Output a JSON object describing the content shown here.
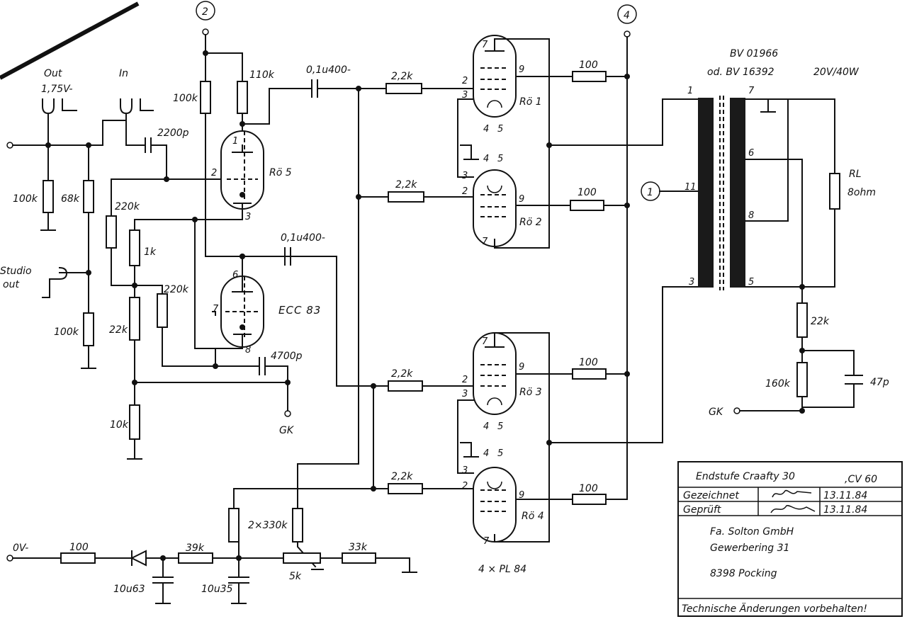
{
  "inputs": {
    "out_label": "Out",
    "out_level": "1,75V-",
    "in_label": "In",
    "studio_label": "Studio",
    "studio_sub": "out"
  },
  "refs": {
    "ref1": "1",
    "ref2": "2",
    "ref4": "4"
  },
  "driver": {
    "name1": "Rö 5",
    "name2": "ECC 83",
    "pins": {
      "p1": "1",
      "p2": "2",
      "p3": "3",
      "p6": "6",
      "p7": "7",
      "p8": "8"
    }
  },
  "values": {
    "r_100k_in": "100k",
    "r_68k": "68k",
    "r_100k_studio": "100k",
    "c_2200p": "2200p",
    "r_100k_plate": "100k",
    "r_110k": "110k",
    "r_220k_a": "220k",
    "r_1k": "1k",
    "r_220k_b": "220k",
    "r_22k": "22k",
    "r_10k": "10k",
    "c_coup1": "0,1u400-",
    "c_coup2": "0,1u400-",
    "c_4700p": "4700p",
    "gk_left": "GK",
    "r_grid1": "2,2k",
    "r_grid2": "2,2k",
    "r_grid3": "2,2k",
    "r_grid4": "2,2k",
    "r_scr1": "100",
    "r_scr2": "100",
    "r_scr3": "100",
    "r_scr4": "100",
    "r_fb22k": "22k",
    "r_fb160k": "160k",
    "c_47p": "47p",
    "gk_right": "GK",
    "rl_label": "RL",
    "rl_value": "8ohm",
    "ps_label": "0V-",
    "r_ps100": "100",
    "c_10u63": "10u63",
    "r_39k": "39k",
    "c_10u35": "10u35",
    "r_2x330k": "2×330k",
    "pot_5k": "5k",
    "r_33k": "33k"
  },
  "output_tubes": {
    "names": [
      "Rö 1",
      "Rö 2",
      "Rö 3",
      "Rö 4"
    ],
    "type_note": "4 × PL 84",
    "pins": {
      "g1": "2",
      "k": "3",
      "h4": "4",
      "h5": "5",
      "a": "7",
      "g2": "9"
    }
  },
  "transformer": {
    "type1": "BV 01966",
    "type2": "od. BV 16392",
    "power": "20V/40W",
    "pins": {
      "p1": "1",
      "p3": "3",
      "p5": "5",
      "p6": "6",
      "p7": "7",
      "p8": "8",
      "p11": "11"
    }
  },
  "title_block": {
    "title": "Endstufe  Craafty 30",
    "model": ",CV 60",
    "drawn_label": "Gezeichnet",
    "drawn_date": "13.11.84",
    "checked_label": "Geprüft",
    "checked_date": "13.11.84",
    "company": "Fa. Solton GmbH",
    "street": "Gewerbering 31",
    "city": "8398 Pocking",
    "note": "Technische Änderungen vorbehalten!"
  }
}
